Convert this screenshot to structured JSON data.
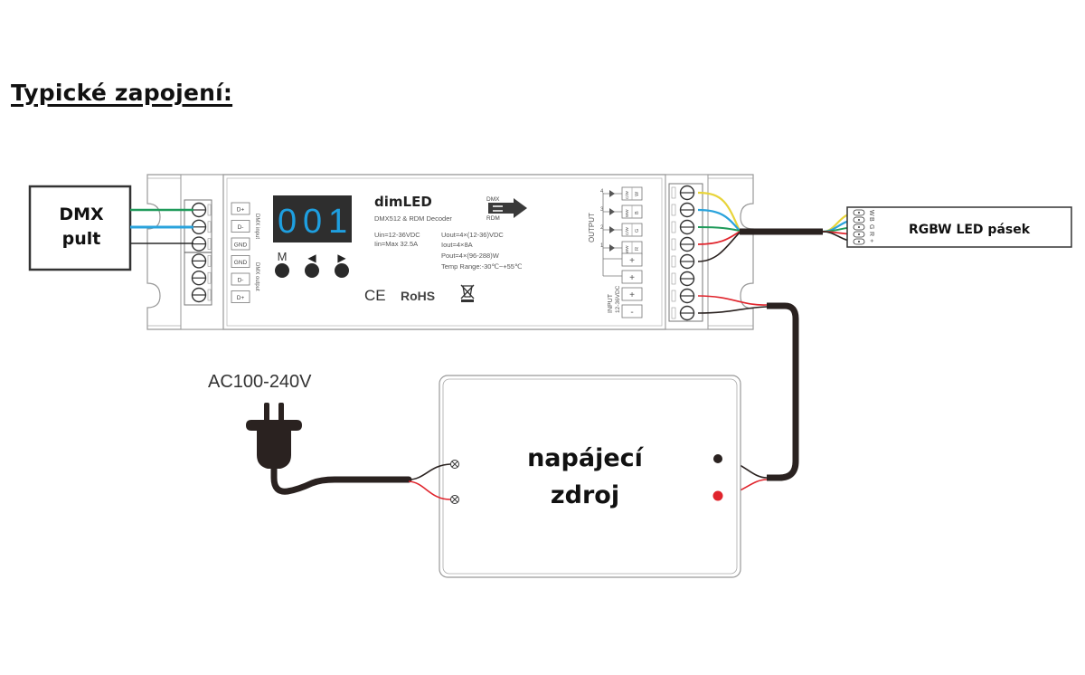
{
  "heading": "Typické zapojení:",
  "dmx_console": {
    "line1": "DMX",
    "line2": "pult"
  },
  "decoder": {
    "brand": "dimLED",
    "model": "DMX512 & RDM Decoder",
    "protocol_top": "DMX",
    "protocol_bottom": "RDM",
    "display_digits": [
      "0",
      "0",
      "1"
    ],
    "buttons": [
      {
        "label": "M",
        "icon": "mode"
      },
      {
        "label": "◀",
        "icon": "left-arrow"
      },
      {
        "label": "▶",
        "icon": "right-arrow"
      }
    ],
    "specs_left": [
      "Uin=12-36VDC",
      "Iin=Max 32.5A"
    ],
    "specs_right": [
      "Uout=4×(12-36)VDC",
      "Iout=4×8A",
      "Pout=4×(96-288)W",
      "Temp Range:-30℃~+55℃"
    ],
    "cert": {
      "ce": "CE",
      "rohs": "RoHS",
      "weee": "weee-bin"
    },
    "dmx_terminals": [
      "D+",
      "D-",
      "GND",
      "GND",
      "D-",
      "D+"
    ],
    "dmx_group_labels": [
      "DMX input",
      "DMX output"
    ],
    "output_label": "OUTPUT",
    "output_channels": [
      {
        "num": "4",
        "type": "C/W",
        "color": "W"
      },
      {
        "num": "3",
        "type": "WW",
        "color": "B"
      },
      {
        "num": "2",
        "type": "C/W",
        "color": "G"
      },
      {
        "num": "1",
        "type": "WW",
        "color": "R"
      }
    ],
    "power_terminals": [
      "+",
      "+",
      "+",
      "-"
    ],
    "input_label": "INPUT",
    "input_voltage": "12-36VDC"
  },
  "led_strip": {
    "label": "RGBW LED pásek",
    "pins": [
      "W",
      "B",
      "G",
      "R",
      "+"
    ]
  },
  "mains_label": "AC100-240V",
  "power_supply": {
    "line1": "napájecí",
    "line2": "zdroj"
  },
  "wire_colors": {
    "green": "#1f9a5a",
    "blue": "#2aa3dc",
    "yellow": "#e8d43a",
    "red": "#e0242c",
    "black": "#2a2220",
    "display_bg": "#2e2e2e",
    "display_digit": "#1e9fe0"
  }
}
